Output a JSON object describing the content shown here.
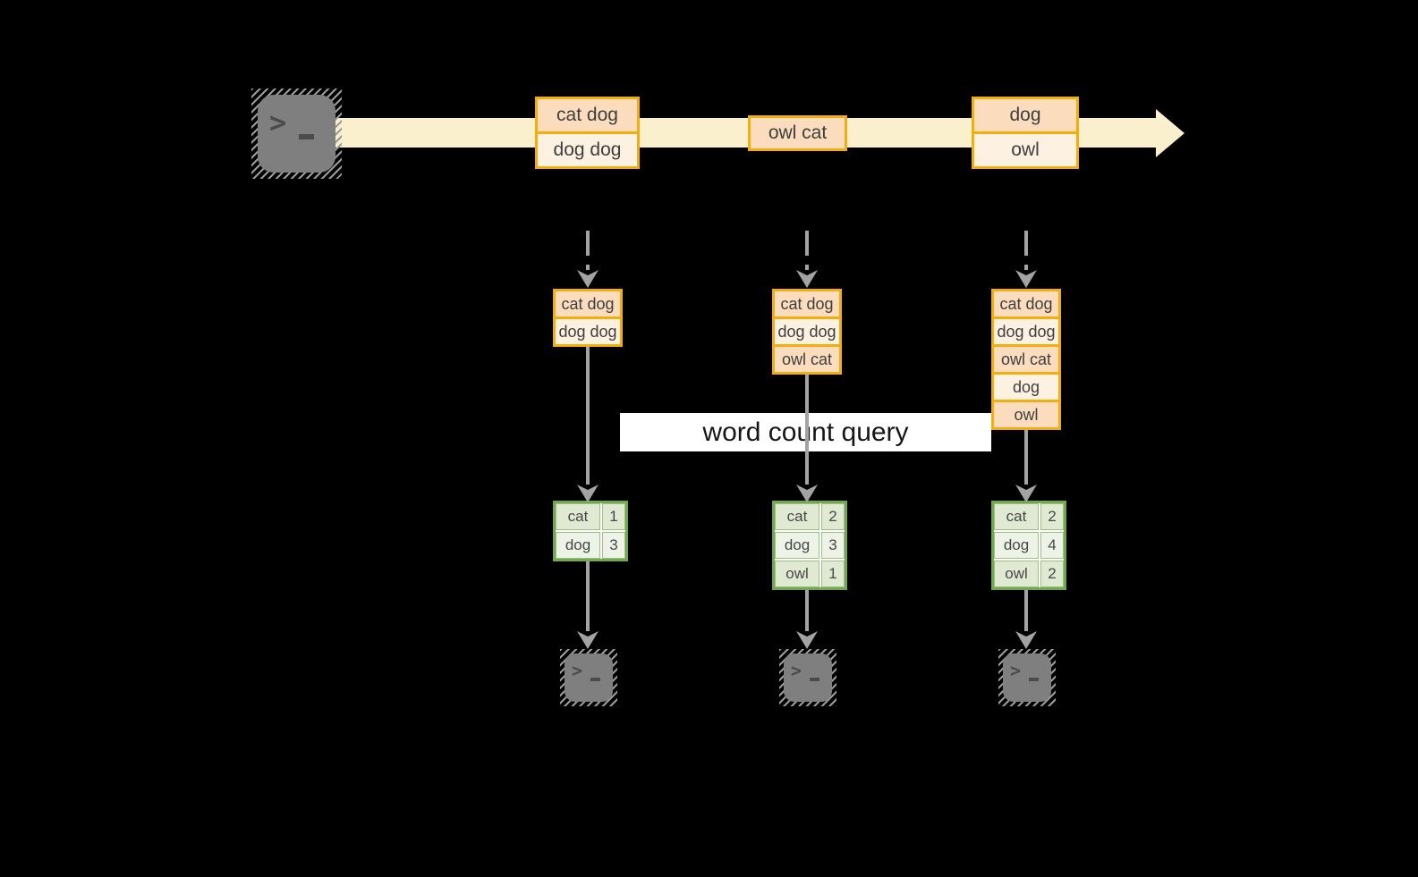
{
  "colors": {
    "background": "#000000",
    "stream_fill": "#FAF0CE",
    "event_border": "#F2AE0D",
    "event_fill_peach": "#FBDDBD",
    "event_fill_cream": "#FDF1E2",
    "count_border": "#74A850",
    "count_fill_dark": "#E0EAD3",
    "count_fill_light": "#EEF3E7",
    "arrow_gray": "#A3A3A3",
    "terminal_gray": "#7F7F7F",
    "query_band_bg": "#FFFFFF",
    "text_dark": "#3E3E3E"
  },
  "icons": {
    "terminal_prompt": ">"
  },
  "stream": {
    "events": [
      {
        "lines": [
          "cat dog",
          "dog dog"
        ]
      },
      {
        "lines": [
          "owl cat"
        ]
      },
      {
        "lines": [
          "dog",
          "owl"
        ]
      }
    ]
  },
  "query": {
    "label": "word count query"
  },
  "columns": [
    {
      "buffer": [
        "cat dog",
        "dog dog"
      ],
      "counts": [
        {
          "word": "cat",
          "count": "1"
        },
        {
          "word": "dog",
          "count": "3"
        }
      ]
    },
    {
      "buffer": [
        "cat dog",
        "dog dog",
        "owl cat"
      ],
      "counts": [
        {
          "word": "cat",
          "count": "2"
        },
        {
          "word": "dog",
          "count": "3"
        },
        {
          "word": "owl",
          "count": "1"
        }
      ]
    },
    {
      "buffer": [
        "cat dog",
        "dog dog",
        "owl cat",
        "dog",
        "owl"
      ],
      "counts": [
        {
          "word": "cat",
          "count": "2"
        },
        {
          "word": "dog",
          "count": "4"
        },
        {
          "word": "owl",
          "count": "2"
        }
      ]
    }
  ]
}
